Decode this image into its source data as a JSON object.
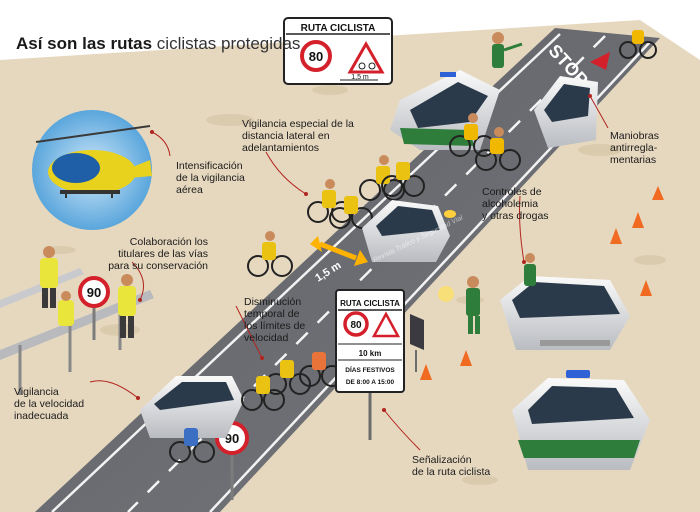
{
  "title": {
    "bold": "Así son las rutas",
    "light": "ciclistas protegidas"
  },
  "top_sign": {
    "header": "RUTA CICLISTA",
    "speed": "80",
    "distance": "1,5 m"
  },
  "labels": {
    "aerial": [
      "Intensificación",
      "de la vigilancia",
      "aérea"
    ],
    "lateral": [
      "Vigilancia especial de la",
      "distancia lateral en",
      "adelantamientos"
    ],
    "maneuvers": [
      "Maniobras",
      "antirregla-",
      "mentarias"
    ],
    "collaboration": [
      "Colaboración los",
      "titulares de las vías",
      "para su conservación"
    ],
    "alcohol": [
      "Controles de",
      "alcoholemia",
      "y otras drogas"
    ],
    "speed_limit": [
      "Disminución",
      "temporal de",
      "los límites de",
      "velocidad"
    ],
    "speed_watch": [
      "Vigilancia",
      "de la velocidad",
      "inadecuada"
    ],
    "signage": [
      "Señalización",
      "de la ruta ciclista"
    ]
  },
  "road_sign": {
    "header": "RUTA CICLISTA",
    "speed": "80",
    "km": "10 km",
    "days_header": "DÍAS FESTIVOS",
    "hours": "DE 8:00 A 15:00"
  },
  "distance_marker": "1,5 m",
  "speed_sign_left": "90",
  "speed_sign_bottom": "90",
  "road_text": "STOP",
  "credit": "Revista Tráfico y Seguridad Vial",
  "colors": {
    "sand": "#e6d8bf",
    "road": "#6b6d72",
    "guardia_green": "#2e7d3a",
    "sign_red": "#d4202a",
    "helicopter_yellow": "#e8d21e",
    "helicopter_blue": "#1f5fa8"
  }
}
